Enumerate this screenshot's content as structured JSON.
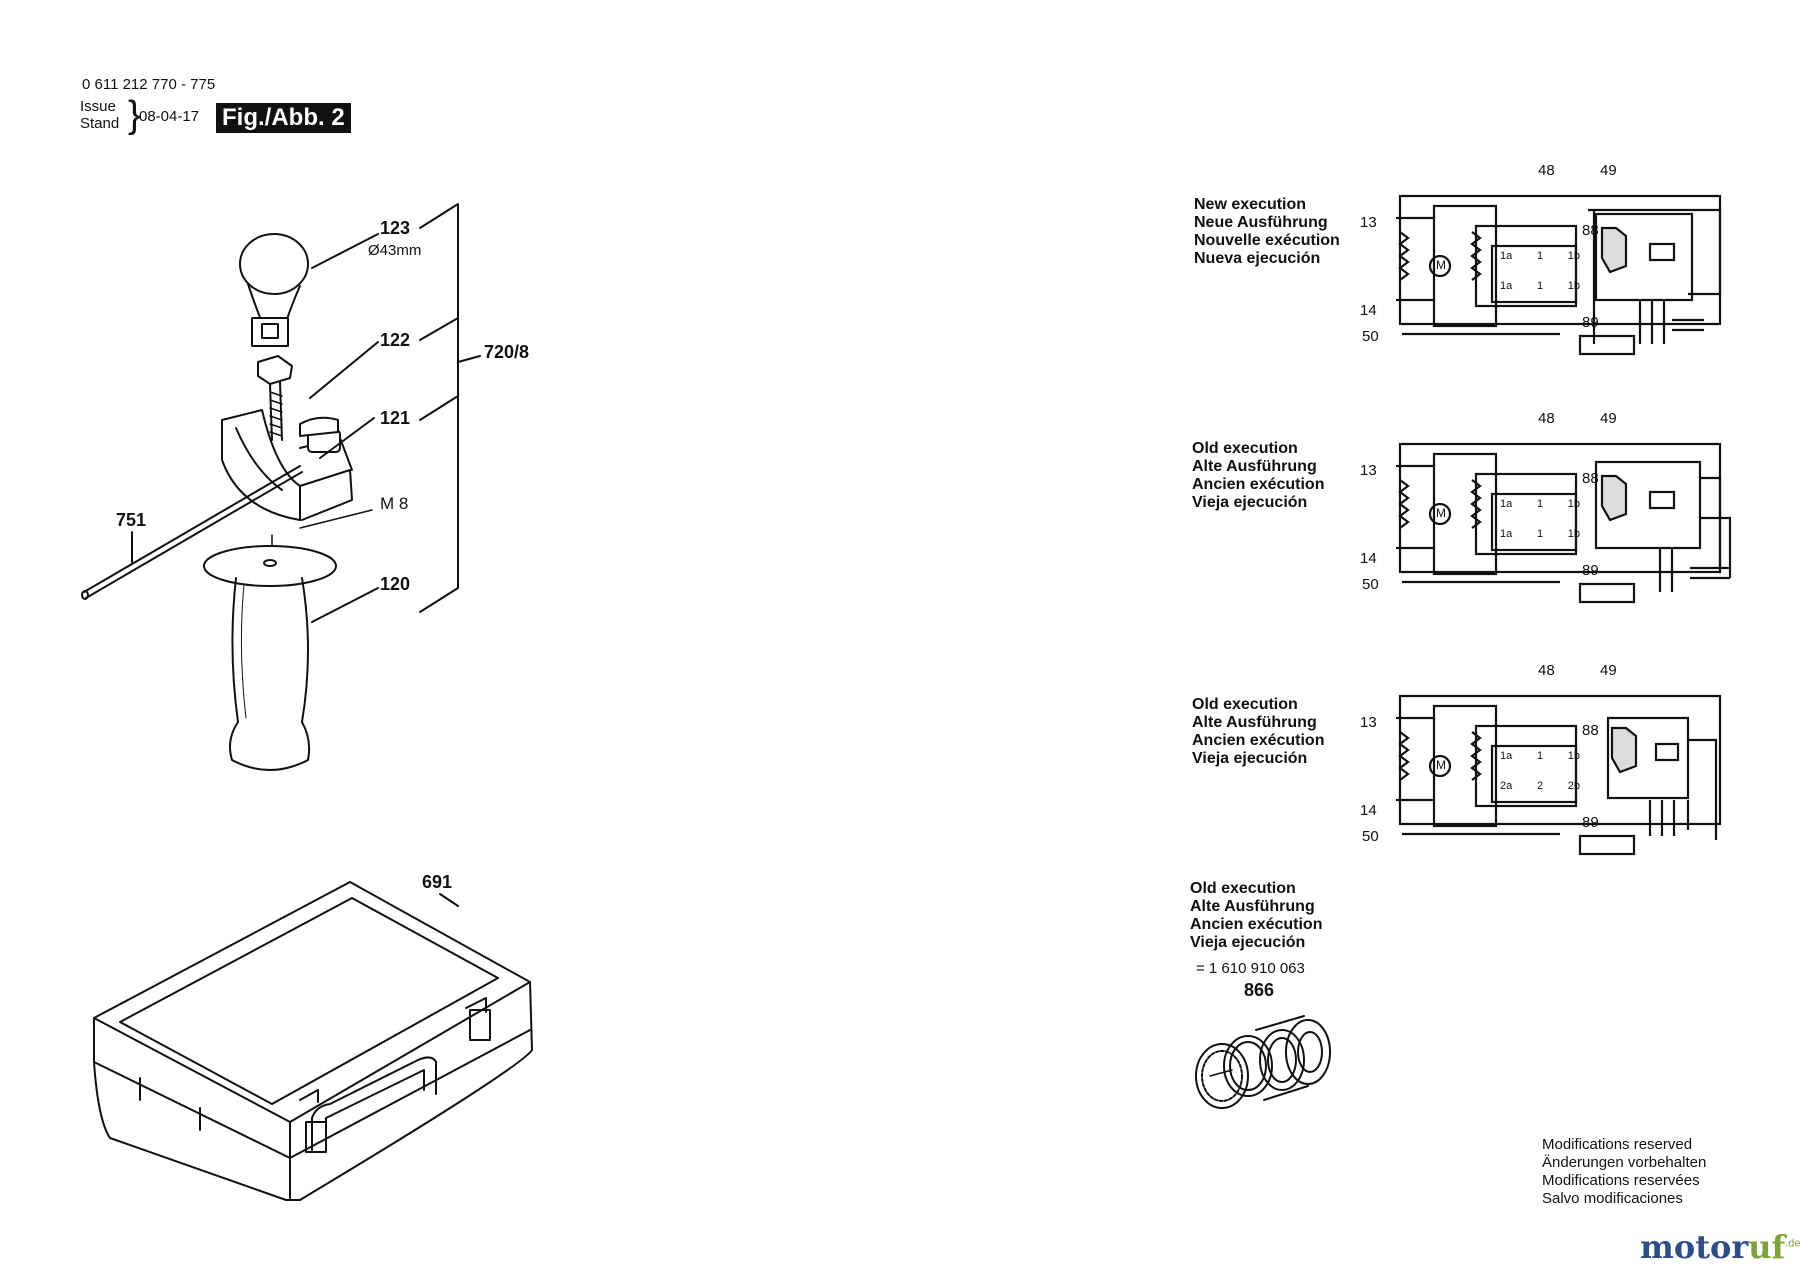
{
  "header": {
    "code": "0 611 212 770 - 775",
    "issue_label": "Issue",
    "stand_label": "Stand",
    "date": "08-04-17",
    "figure": "Fig./Abb. 2"
  },
  "parts": {
    "p123": "123",
    "p123_dia": "Ø43mm",
    "p122": "122",
    "p121": "121",
    "pM8": "M 8",
    "p120": "120",
    "p751": "751",
    "p720_8": "720/8",
    "p691": "691",
    "p866": "866"
  },
  "diagrams": [
    {
      "lines": [
        "New execution",
        "Neue Ausführung",
        "Nouvelle exécution",
        "Nueva ejecución"
      ],
      "n13": "13",
      "n14": "14",
      "n50": "50",
      "n88": "88",
      "n89": "89",
      "n48": "48",
      "n49": "49",
      "motor": "M",
      "terminals_top": [
        "1a",
        "1",
        "1b"
      ],
      "terminals_bottom": [
        "1a",
        "1",
        "1b"
      ]
    },
    {
      "lines": [
        "Old execution",
        "Alte Ausführung",
        "Ancien exécution",
        "Vieja ejecución"
      ],
      "n13": "13",
      "n14": "14",
      "n50": "50",
      "n88": "88",
      "n89": "89",
      "n48": "48",
      "n49": "49",
      "motor": "M",
      "terminals_top": [
        "1a",
        "1",
        "1b"
      ],
      "terminals_bottom": [
        "1a",
        "1",
        "1b"
      ]
    },
    {
      "lines": [
        "Old execution",
        "Alte Ausführung",
        "Ancien exécution",
        "Vieja ejecución"
      ],
      "n13": "13",
      "n14": "14",
      "n50": "50",
      "n88": "88",
      "n89": "89",
      "n48": "48",
      "n49": "49",
      "motor": "M",
      "terminals_top": [
        "1a",
        "1",
        "1b"
      ],
      "terminals_bottom": [
        "2a",
        "2",
        "2b"
      ]
    }
  ],
  "part866": {
    "lines": [
      "Old execution",
      "Alte Ausführung",
      "Ancien exécution",
      "Vieja ejecución"
    ],
    "number": "= 1 610 910 063"
  },
  "footer": {
    "mods": [
      "Modifications reserved",
      "Änderungen vorbehalten",
      "Modifications reservées",
      "Salvo modificaciones"
    ],
    "logo_a": "motor",
    "logo_b": "uf",
    "logo_sup": ".de"
  }
}
